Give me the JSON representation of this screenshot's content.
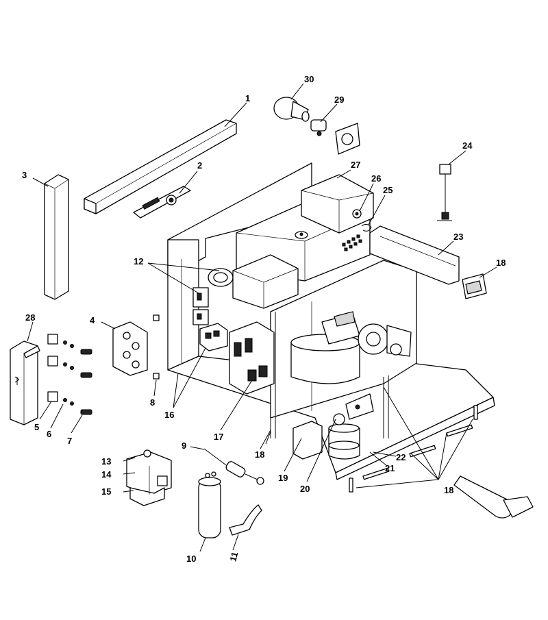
{
  "callouts": {
    "c1": "1",
    "c2": "2",
    "c3": "3",
    "c4": "4",
    "c5": "5",
    "c6": "6",
    "c7": "7",
    "c8": "8",
    "c9": "9",
    "c10": "10",
    "c11": "11",
    "c12": "12",
    "c13": "13",
    "c14": "14",
    "c15": "15",
    "c16": "16",
    "c17": "17",
    "c18a": "18",
    "c18b": "18",
    "c18c": "18",
    "c19": "19",
    "c20": "20",
    "c21": "21",
    "c22": "22",
    "c23": "23",
    "c24": "24",
    "c25": "25",
    "c26": "26",
    "c27": "27",
    "c28": "28",
    "c29": "29",
    "c30": "30"
  },
  "colors": {
    "line": "#000000",
    "background": "#ffffff",
    "shade": "#d6d6d6"
  }
}
